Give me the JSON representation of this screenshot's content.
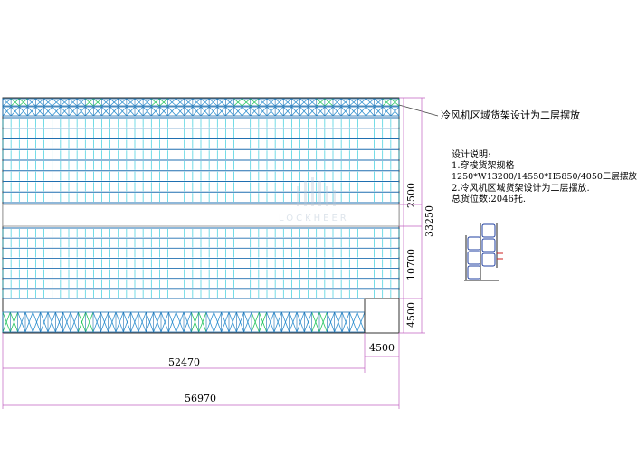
{
  "callout": "冷风机区域货架设计为二层摆放",
  "notes": {
    "title": "设计说明:",
    "line1": "1.穿梭货架规格",
    "line2": "1250*W13200/14550*H5850/4050三层摆放",
    "line3": "2.冷风机区域货架设计为二层摆放.",
    "line4": "总货位数:2046托."
  },
  "dimensions": {
    "d_2500": "2500",
    "d_33250": "33250",
    "d_10700": "10700",
    "d_4500_v": "4500",
    "d_4500_h": "4500",
    "d_52470": "52470",
    "d_56970": "56970"
  },
  "watermark": "LOCKHEER",
  "colors": {
    "rack_line": "#1f6fb0",
    "cross_bay": "#2e8fcf",
    "green_bay": "#22c45e",
    "cyan_ticks": "#18c7d8",
    "outline": "#333333",
    "dim_line": "#c060c0"
  }
}
